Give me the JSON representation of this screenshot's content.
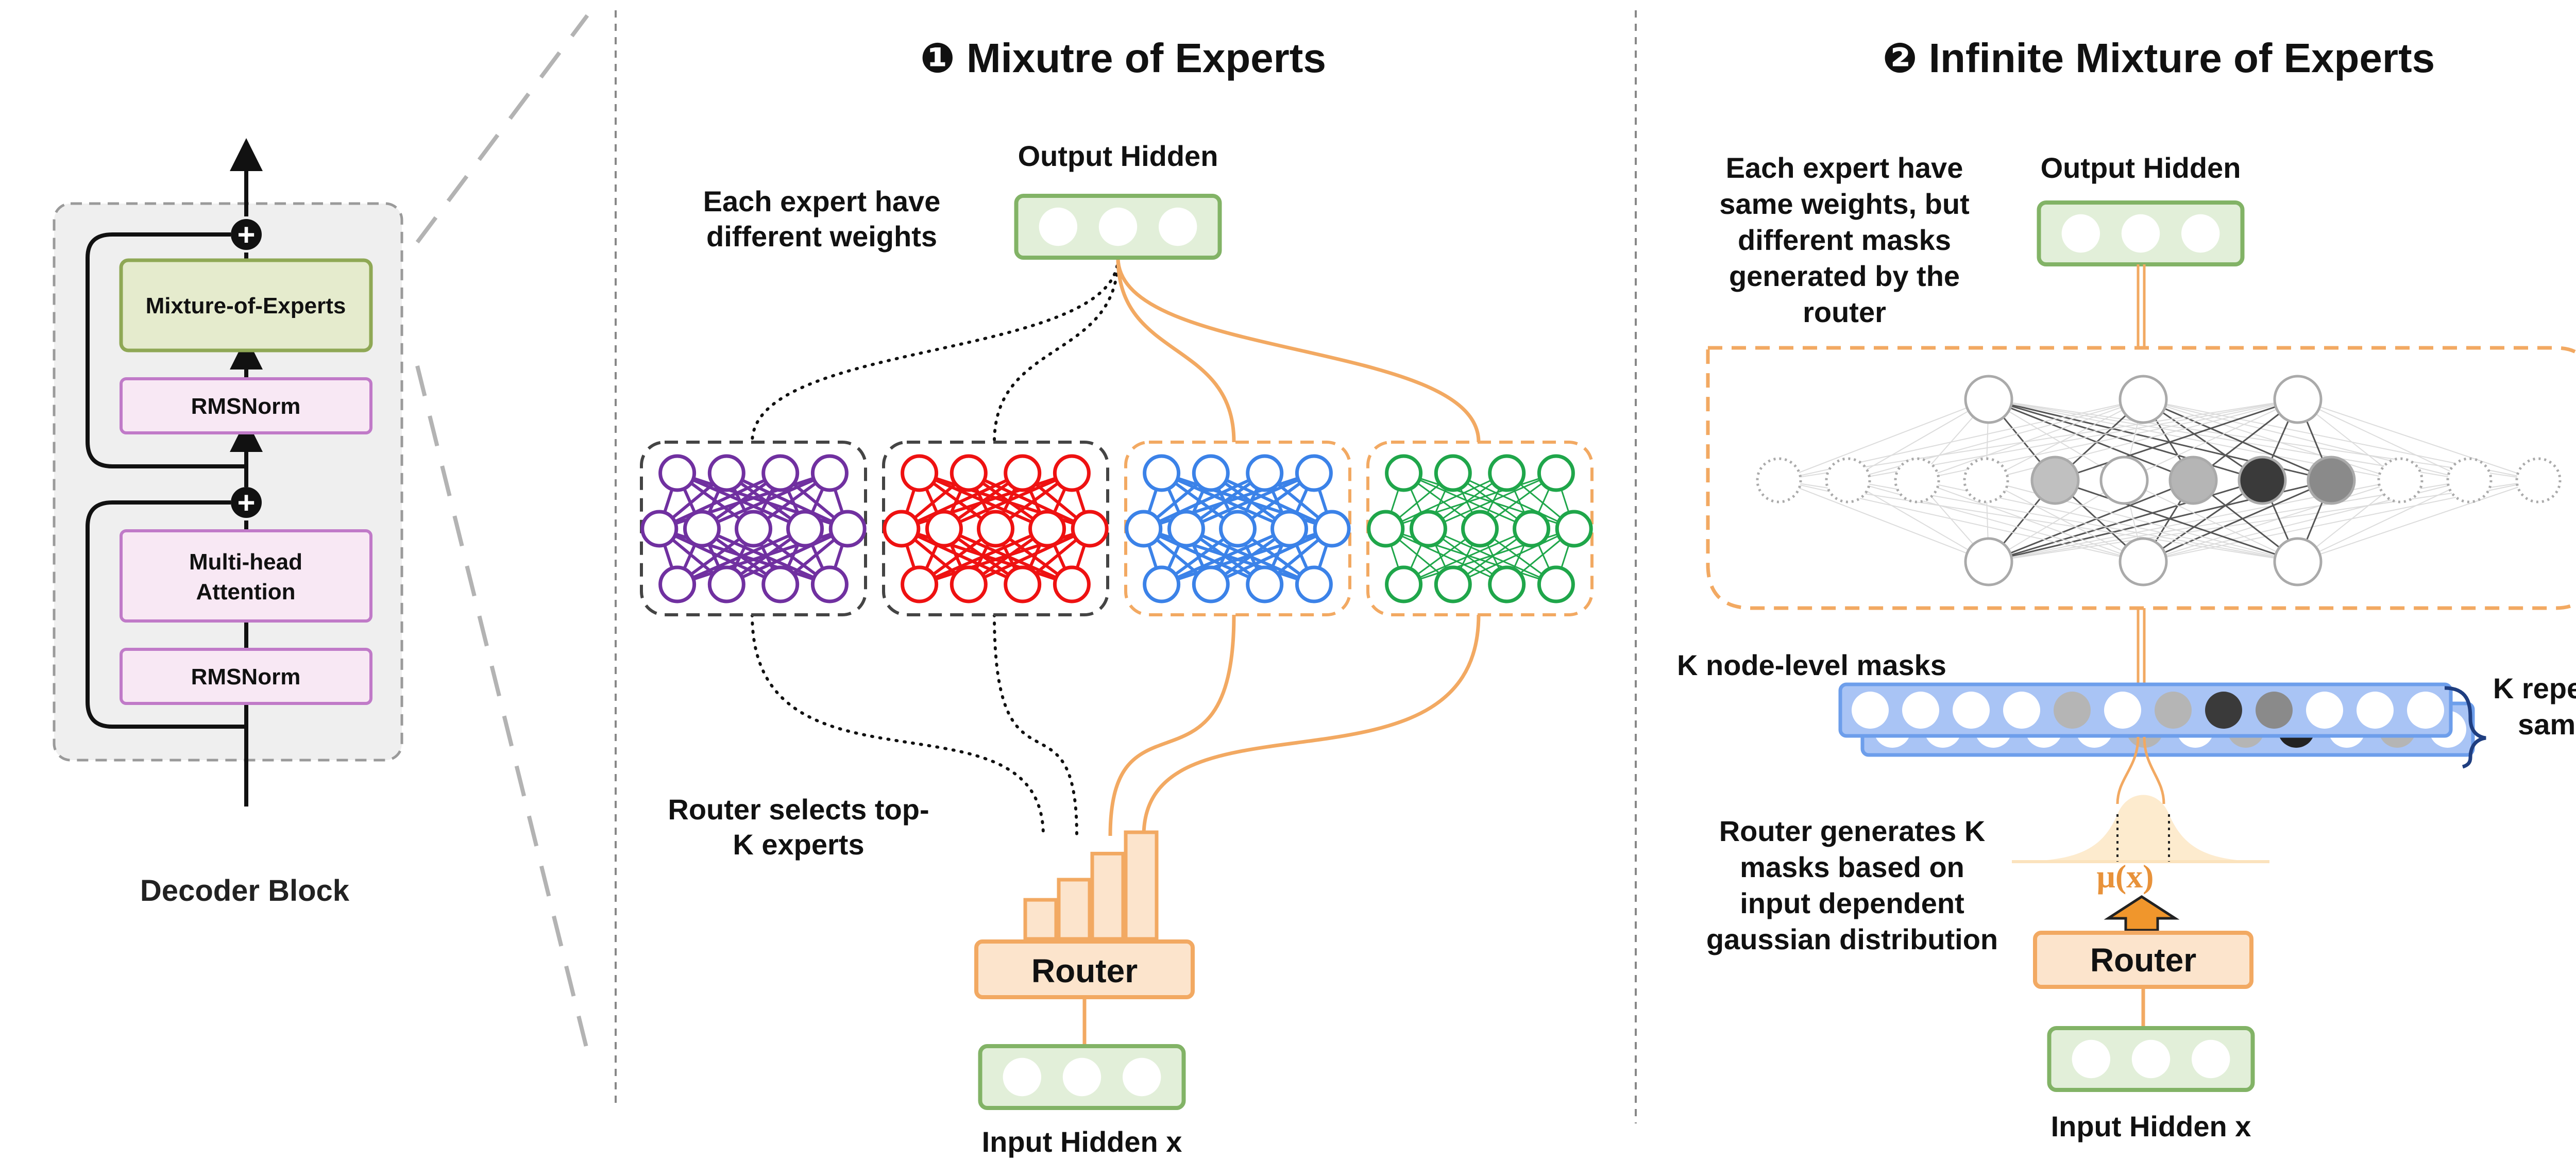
{
  "colors": {
    "purple": "#7030a0",
    "red": "#ee1111",
    "blue": "#3b82e8",
    "green": "#1fa64a",
    "orange": "#f2a962",
    "orange_dark": "#e8923a",
    "orange_fill": "#fce4cc",
    "hidden_fill": "#e2efd9",
    "hidden_stroke": "#82b366",
    "moe_fill": "#e5ebcd",
    "moe_stroke": "#8fa855",
    "norm_fill": "#f8e8f4",
    "norm_stroke": "#c07ac8",
    "mask_fill": "#a9c4f5",
    "mask_stroke": "#6d9eeb",
    "decoder_bg": "#efefef"
  },
  "decoder": {
    "title": "Decoder Block",
    "moe_label": "Mixture-of-Experts",
    "norm_top_label": "RMSNorm",
    "attention_line1": "Multi-head",
    "attention_line2": "Attention",
    "norm_bottom_label": "RMSNorm",
    "plus_symbol": "+"
  },
  "moe": {
    "title": "❶  Mixutre of Experts",
    "output_label": "Output Hidden",
    "input_label": "Input Hidden x",
    "weights_line1": "Each expert have",
    "weights_line2": "different weights",
    "router_line1": "Router selects top-",
    "router_line2": "K experts",
    "router_label": "Router",
    "router_bar_levels": [
      0.33,
      0.5,
      0.72,
      0.9
    ],
    "experts": [
      {
        "color": "purple",
        "selected": false
      },
      {
        "color": "red",
        "selected": false
      },
      {
        "color": "blue",
        "selected": true
      },
      {
        "color": "green",
        "selected": true
      }
    ]
  },
  "imoe": {
    "title": "❷ Infinite Mixture of Experts",
    "output_label": "Output Hidden",
    "input_label": "Input Hidden x",
    "desc_line1": "Each expert have",
    "desc_line2": "same weights, but",
    "desc_line3": "different masks",
    "desc_line4": "generated by the",
    "desc_line5": "router",
    "k_label": "K",
    "masks_label": "K node-level masks",
    "reps_line1": "K repetitions",
    "reps_line2": "sampling",
    "router_line1": "Router generates K",
    "router_line2": "masks based on",
    "router_line3": "input dependent",
    "router_line4": "gaussian distribution",
    "mu_label": "μ(x)",
    "router_label": "Router",
    "middle_nodes": [
      "dotted",
      "dotted",
      "dotted",
      "dotted",
      "#c0c0c0",
      "white",
      "#b5b5b5",
      "#3a3a3a",
      "#8a8a8a",
      "dotted",
      "dotted",
      "dotted"
    ],
    "mask_front": [
      "white",
      "white",
      "white",
      "white",
      "#b5b5b5",
      "white",
      "#b5b5b5",
      "#3a3a3a",
      "#8a8a8a",
      "white",
      "white",
      "white"
    ],
    "mask_back": [
      "white",
      "white",
      "white",
      "white",
      "white",
      "#b5b5b5",
      "white",
      "#b5b5b5",
      "#222222",
      "white",
      "#b5b5b5",
      "white"
    ]
  }
}
